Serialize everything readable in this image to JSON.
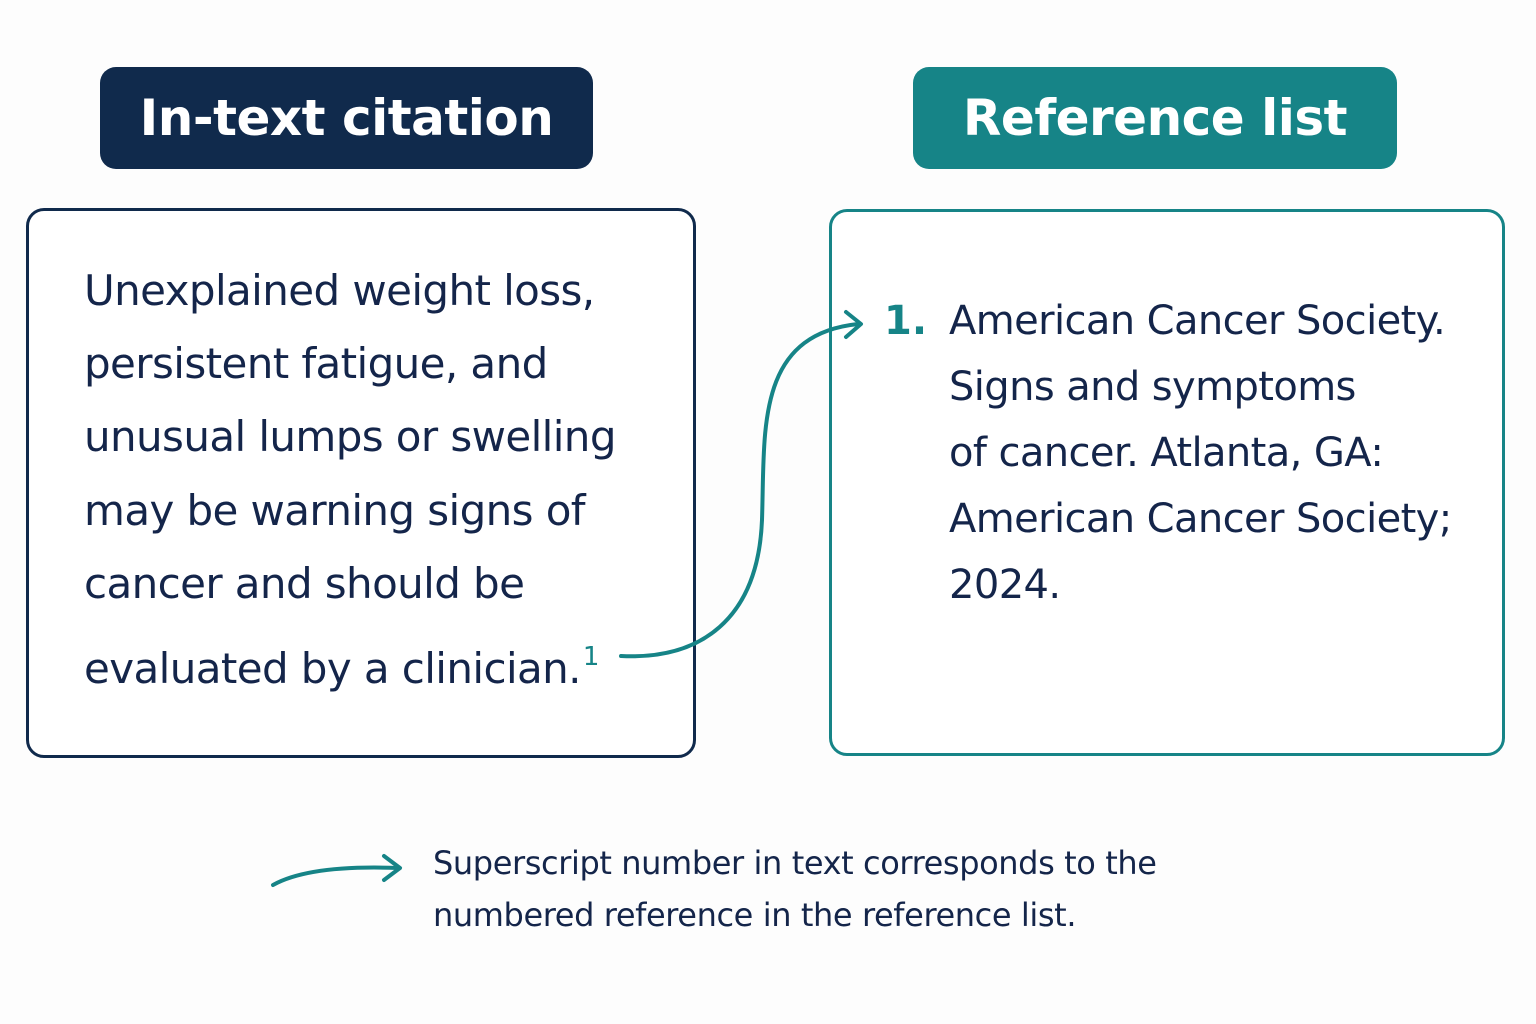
{
  "colors": {
    "navy": "#102a4c",
    "teal": "#168487",
    "text": "#14254a"
  },
  "headers": {
    "in_text": "In-text citation",
    "reference": "Reference list"
  },
  "in_text_box": {
    "lines": [
      "Unexplained weight loss,",
      "persistent fatigue, and",
      "unusual lumps or swelling",
      "may be warning signs of",
      "cancer and should be",
      "evaluated by a clinician."
    ],
    "superscript": "1"
  },
  "reference_box": {
    "number": "1.",
    "lines": [
      "American Cancer Society.",
      "Signs and symptoms",
      "of cancer. Atlanta, GA:",
      "American Cancer Society;",
      "2024."
    ]
  },
  "legend": {
    "icon": "arrow-icon",
    "lines": [
      "Superscript number in text corresponds to the",
      "numbered reference in the reference list."
    ]
  }
}
